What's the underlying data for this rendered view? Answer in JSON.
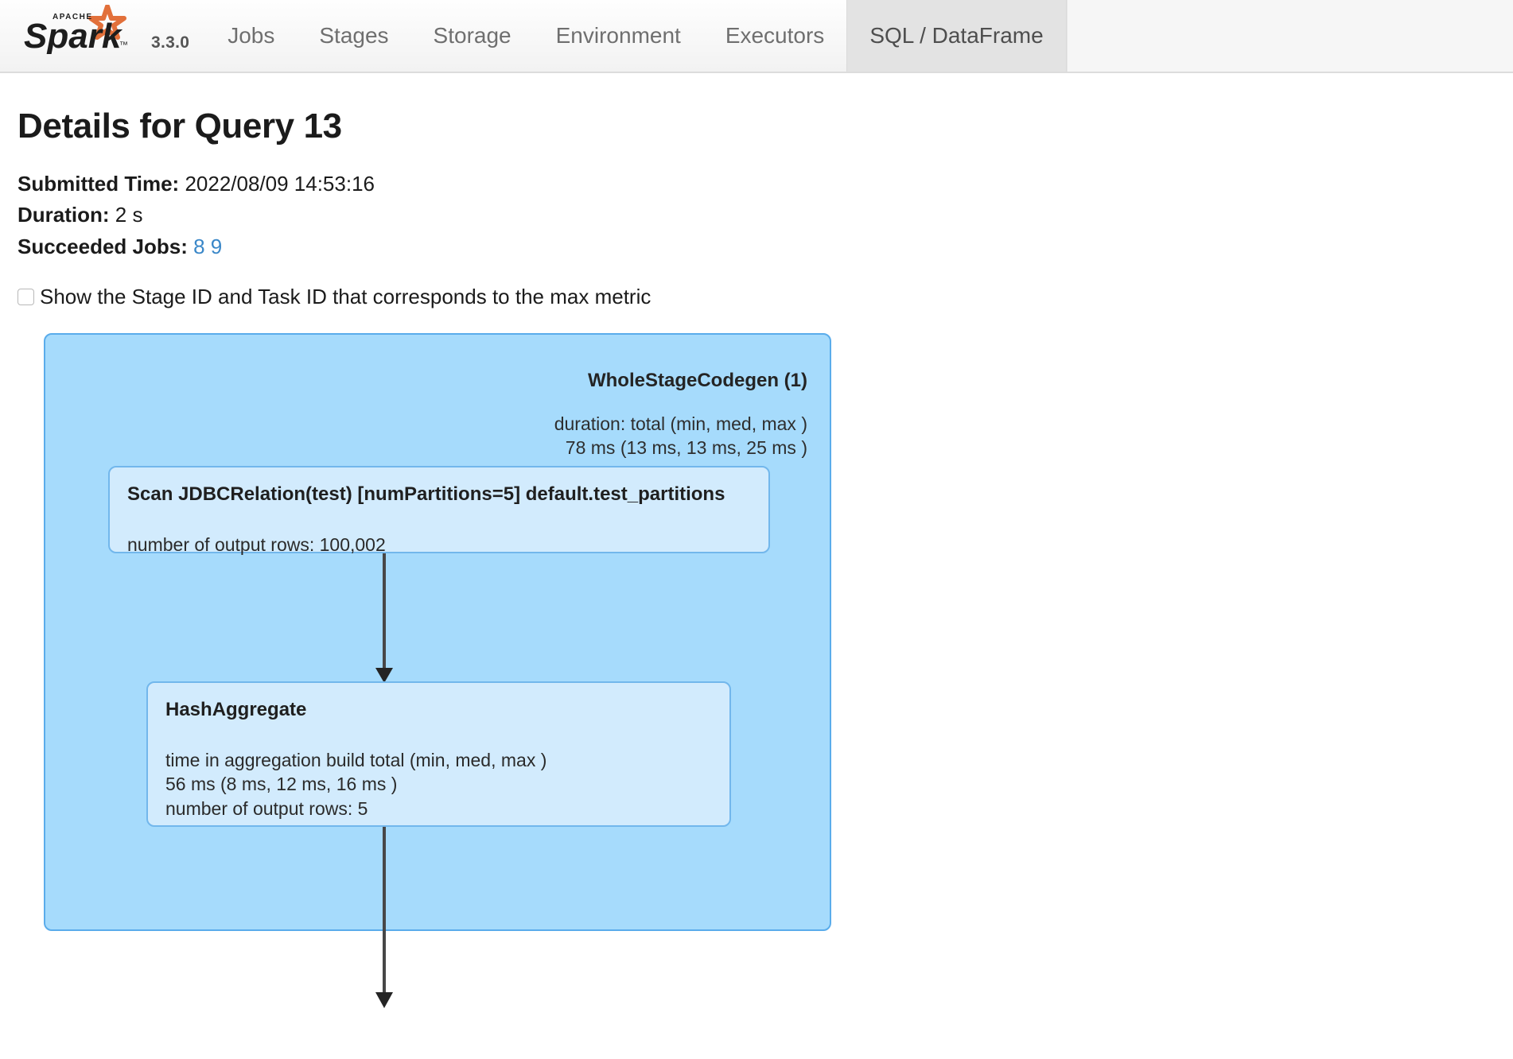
{
  "navbar": {
    "brand": {
      "logo_alt": "Apache Spark",
      "version": "3.3.0"
    },
    "tabs": [
      {
        "label": "Jobs",
        "active": false
      },
      {
        "label": "Stages",
        "active": false
      },
      {
        "label": "Storage",
        "active": false
      },
      {
        "label": "Environment",
        "active": false
      },
      {
        "label": "Executors",
        "active": false
      },
      {
        "label": "SQL / DataFrame",
        "active": true
      }
    ]
  },
  "page": {
    "title": "Details for Query 13",
    "submitted_time_label": "Submitted Time:",
    "submitted_time_value": "2022/08/09 14:53:16",
    "duration_label": "Duration:",
    "duration_value": "2 s",
    "succeeded_jobs_label": "Succeeded Jobs:",
    "succeeded_jobs": [
      "8",
      "9"
    ],
    "checkbox_label": "Show the Stage ID and Task ID that corresponds to the max metric",
    "checkbox_checked": false
  },
  "plan": {
    "stage": {
      "title": "WholeStageCodegen (1)",
      "metric_line_1": "duration: total (min, med, max )",
      "metric_line_2": "78 ms (13 ms, 13 ms, 25 ms )"
    },
    "nodes": [
      {
        "id": "scan",
        "title": "Scan JDBCRelation(test) [numPartitions=5] default.test_partitions",
        "metrics": [
          "number of output rows: 100,002"
        ]
      },
      {
        "id": "hash_aggregate",
        "title": "HashAggregate",
        "metrics": [
          "time in aggregation build total (min, med, max )",
          "56 ms (8 ms, 12 ms, 16 ms )",
          "number of output rows: 5"
        ]
      }
    ]
  },
  "colors": {
    "stage_fill": "#a6dbfc",
    "stage_border": "#5aaceb",
    "node_fill": "#d2ebfd",
    "node_border": "#72b7ec",
    "edge": "#474747",
    "link": "#3a87c8",
    "active_tab_bg": "#e3e3e3"
  }
}
